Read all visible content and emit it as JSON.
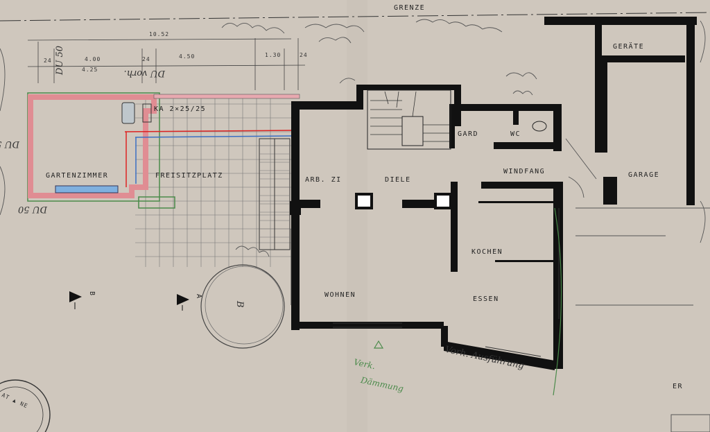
{
  "title": {
    "grenze": "GRENZE"
  },
  "dimensions": {
    "total": "10.52",
    "d1": "24",
    "d2": "4.00",
    "d3": "24",
    "d4": "4.50",
    "d5": "1.30",
    "d6": "24",
    "d7": "4.25"
  },
  "rooms": {
    "gartenzimmer": "GARTENZIMMER",
    "freisitzplatz": "FREISITZPLATZ",
    "ka": "KA 2×25/25",
    "arb_zi": "ARB. ZI",
    "diele": "DIELE",
    "gard": "GARD",
    "wc": "WC",
    "windfang": "WINDFANG",
    "kochen": "KOCHEN",
    "wohnen": "WOHNEN",
    "essen": "ESSEN",
    "geraete": "GERÄTE",
    "garage": "GARAGE",
    "er": "ER"
  },
  "sections": {
    "a": "A",
    "b": "B"
  },
  "annotations": {
    "du_note": "DU 50",
    "du_note2": "DU 50",
    "du_note3": "DU 50",
    "hand_top": "DU vorh.",
    "hand_bottom": "Vorh. Ausführung",
    "hand_green1": "Verk.",
    "hand_green2": "Dämmung",
    "tree": "B",
    "stamp": "AT ▲ NE"
  },
  "colors": {
    "paper": "#cfc7bd",
    "wall": "#111111",
    "red_outline": "#e08d93",
    "blue_bar": "#7fb0df",
    "green_pencil": "#4a8a4a"
  }
}
